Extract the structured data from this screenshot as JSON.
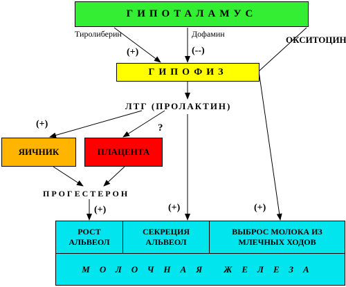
{
  "nodes": {
    "hypothalamus": "ГИПОТАЛАМУС",
    "pituitary": "ГИПОФИЗ",
    "ltg": "ЛТГ (ПРОЛАКТИН)",
    "ovary": "ЯИЧНИК",
    "placenta": "ПЛАЦЕНТА",
    "progesterone": "ПРОГЕСТЕРОН",
    "alveoli_growth": "РОСТ АЛЬВЕОЛ",
    "alveoli_secretion": "СЕКРЕЦИЯ АЛЬВЕОЛ",
    "milk_ejection": "ВЫБРОС МОЛОКА ИЗ МЛЕЧНЫХ ХОДОВ",
    "mammary_gland": "МОЛОЧНАЯ ЖЕЛЕЗА"
  },
  "labels": {
    "thyroliberin": "Тиролиберин",
    "dopamine": "Дофамин",
    "oxytocin": "ОКСИТОЦИН",
    "plus_pituitary": "(+)",
    "minus_dopamine": "(--)",
    "plus_ovary": "(+)",
    "question_placenta": "?",
    "plus_growth": "(+)",
    "plus_secretion": "(+)",
    "plus_ejection": "(+)"
  },
  "colors": {
    "hypothalamus": "#33ee33",
    "pituitary": "#ffff00",
    "ovary": "#ffb400",
    "placenta": "#ff0000",
    "gland": "#00e5ee"
  }
}
